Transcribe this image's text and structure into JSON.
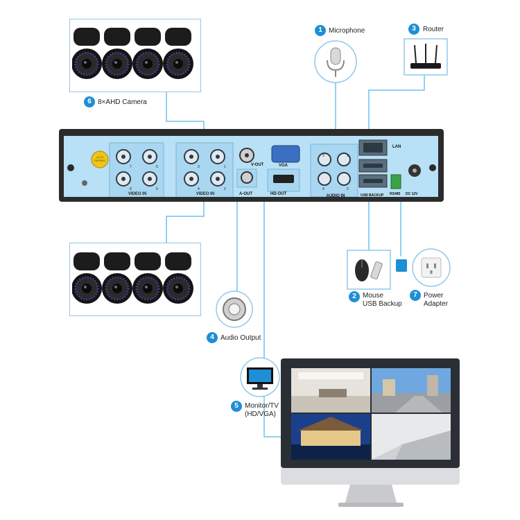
{
  "labels": {
    "microphone": {
      "num": "1",
      "text": "Microphone"
    },
    "mouse": {
      "num": "2",
      "line1": "Mouse",
      "line2": "USB Backup"
    },
    "router": {
      "num": "3",
      "text": "Router"
    },
    "audio_output": {
      "num": "4",
      "text": "Audio Output"
    },
    "monitor": {
      "num": "5",
      "line1": "Monitor/TV",
      "line2": "(HD/VGA)"
    },
    "camera": {
      "num": "6",
      "text": "8×AHD Camera"
    },
    "power": {
      "num": "7",
      "line1": "Power",
      "line2": "Adapter"
    }
  },
  "dvr": {
    "logo": "Q-C3 PASSED",
    "video_in_left": "VIDEO IN",
    "video_in_right": "VIDEO IN",
    "v_out": "V-OUT",
    "vga": "VGA",
    "a_out": "A-OUT",
    "hd_out": "HD-OUT",
    "audio_in": "AUDIO IN",
    "lan": "LAN",
    "usb_backup": "USB BACKUP",
    "rs485": "RS485",
    "dc12v": "DC 12V",
    "ch_left": [
      "7",
      "5",
      "8",
      "6"
    ],
    "ch_right": [
      "3",
      "1",
      "4",
      "2"
    ],
    "audio_ch": [
      "3",
      "1",
      "4",
      "2"
    ]
  },
  "colors": {
    "accent": "#1e8fd6",
    "panel": "#b8e0f6",
    "wire": "#5fb7ea",
    "chassis": "#2b2b2b"
  }
}
